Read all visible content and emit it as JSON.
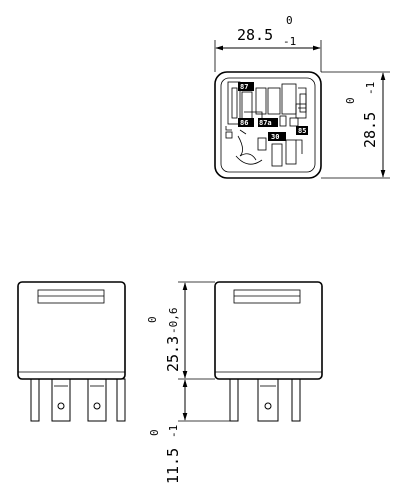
{
  "top_view": {
    "width_dim": {
      "value": "28.5",
      "tol_upper": "0",
      "tol_lower": "-1"
    },
    "height_dim": {
      "value": "28.5",
      "tol_upper": "0",
      "tol_lower": "-1"
    },
    "pin_labels": [
      "87",
      "86",
      "87a",
      "30",
      "85"
    ]
  },
  "side_view": {
    "body_height_dim": {
      "value": "25.3",
      "tol_upper": "0",
      "tol_lower": "-0,6"
    },
    "pin_length_dim": {
      "value": "11.5",
      "tol_upper": "0",
      "tol_lower": "-1"
    }
  }
}
